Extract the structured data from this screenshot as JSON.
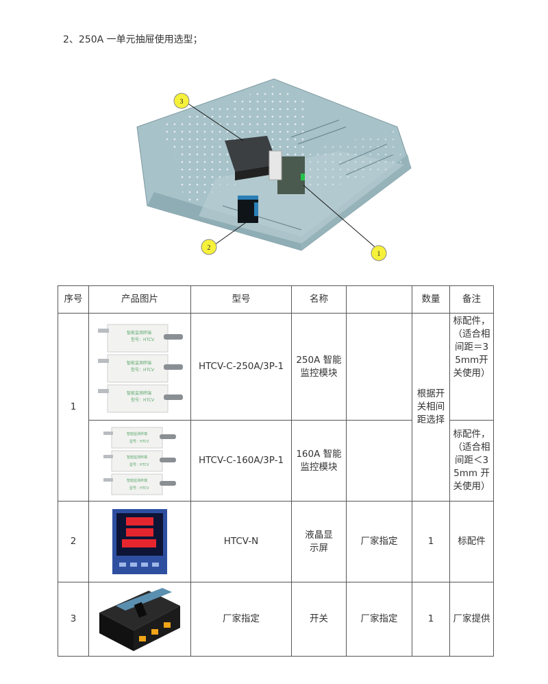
{
  "heading": "2、250A 一单元抽屉使用选型；",
  "callouts": [
    "3",
    "2",
    "1"
  ],
  "table": {
    "headers": [
      "序号",
      "产品图片",
      "型号",
      "名称",
      "",
      "数量",
      "备注"
    ],
    "rows": [
      {
        "no": "1",
        "model": "HTCV-C-250A/3P-1",
        "name": "250A 智能监控模块",
        "spec": "",
        "qty": "根据开关相间距选择",
        "note": "标配件，（适合相间距＝35mm开关使用）"
      },
      {
        "model": "HTCV-C-160A/3P-1",
        "name": "160A 智能监控模块",
        "spec": "",
        "note": "标配件，（适合相间距＜35mm 开关使用）"
      },
      {
        "no": "2",
        "model": "HTCV-N",
        "name": "液晶显示屏",
        "spec": "厂家指定",
        "qty": "1",
        "note": "标配件"
      },
      {
        "no": "3",
        "model": "厂家指定",
        "name": "开关",
        "spec": "厂家指定",
        "qty": "1",
        "note": "厂家提供"
      }
    ]
  },
  "module_label": "智能监测终端",
  "module_type": "型号：HTCV"
}
